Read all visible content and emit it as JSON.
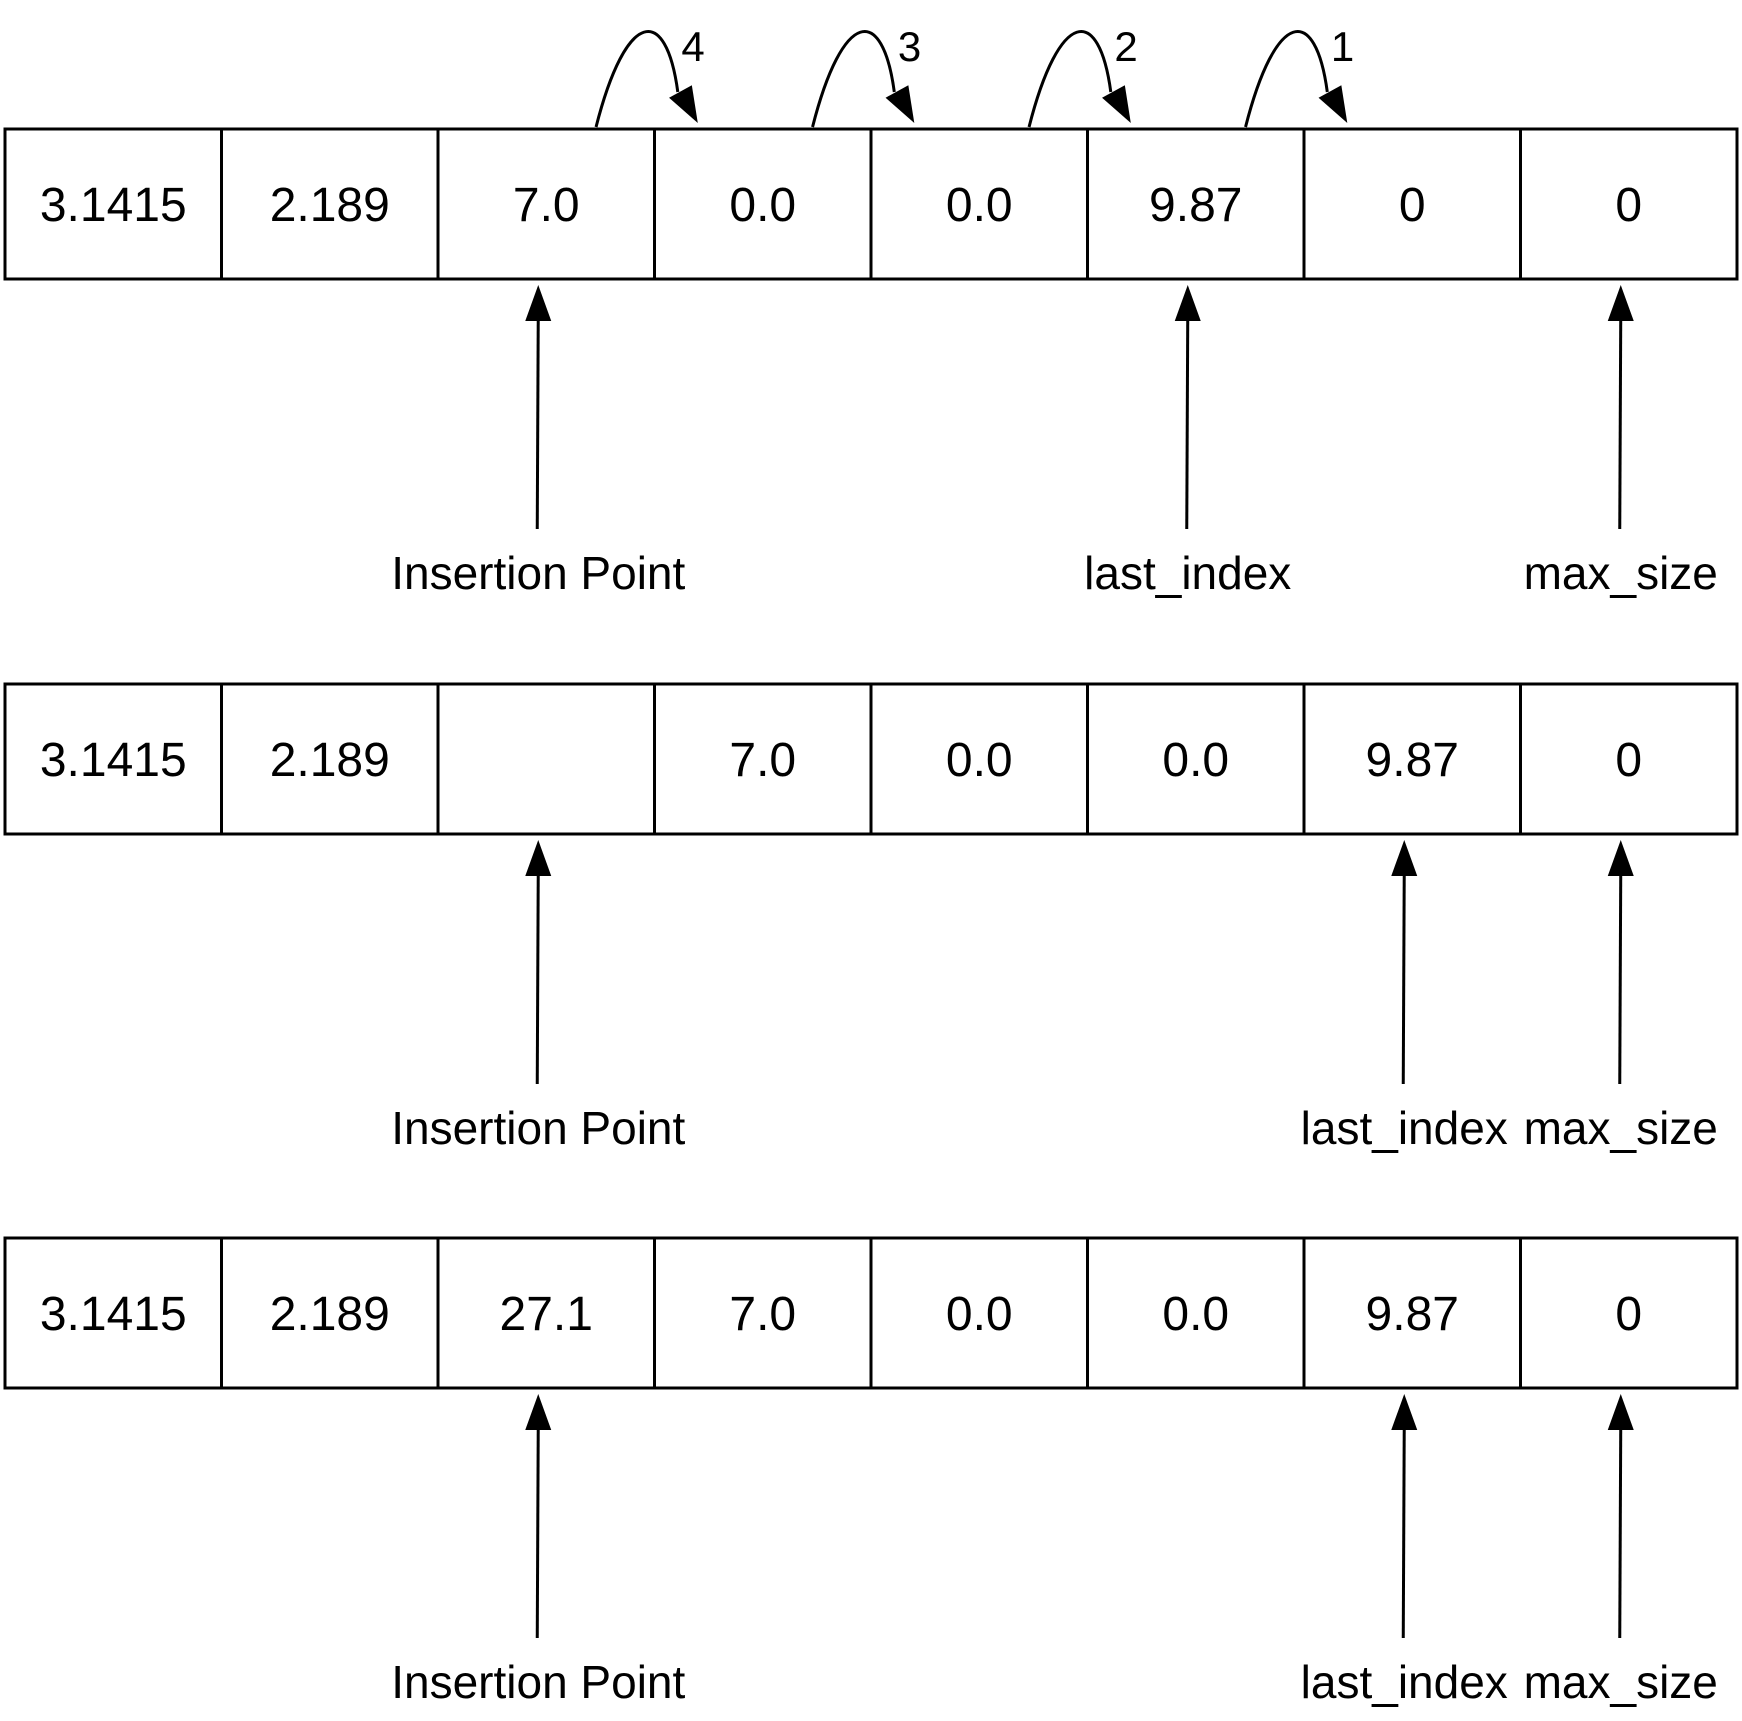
{
  "rows": [
    {
      "cells": [
        "3.1415",
        "2.189",
        "7.0",
        "0.0",
        "0.0",
        "9.87",
        "0",
        "0"
      ],
      "pointers": [
        {
          "label": "Insertion Point",
          "index": 2
        },
        {
          "label": "last_index",
          "index": 5
        },
        {
          "label": "max_size",
          "index": 7
        }
      ],
      "shifts": [
        {
          "label": "4",
          "from": 2,
          "to": 3
        },
        {
          "label": "3",
          "from": 3,
          "to": 4
        },
        {
          "label": "2",
          "from": 4,
          "to": 5
        },
        {
          "label": "1",
          "from": 5,
          "to": 6
        }
      ]
    },
    {
      "cells": [
        "3.1415",
        "2.189",
        "",
        "7.0",
        "0.0",
        "0.0",
        "9.87",
        "0"
      ],
      "pointers": [
        {
          "label": "Insertion Point",
          "index": 2
        },
        {
          "label": "last_index",
          "index": 6
        },
        {
          "label": "max_size",
          "index": 7
        }
      ],
      "shifts": []
    },
    {
      "cells": [
        "3.1415",
        "2.189",
        "27.1",
        "7.0",
        "0.0",
        "0.0",
        "9.87",
        "0"
      ],
      "pointers": [
        {
          "label": "Insertion Point",
          "index": 2
        },
        {
          "label": "last_index",
          "index": 6
        },
        {
          "label": "max_size",
          "index": 7
        }
      ],
      "shifts": []
    }
  ]
}
